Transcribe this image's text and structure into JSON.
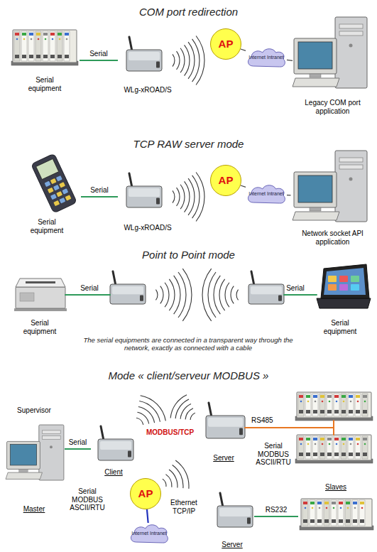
{
  "diagram": {
    "nodes": [
      {
        "text": [
          "Serial equipment"
        ]
      },
      {
        "text": [
          "WLg-xROAD/S"
        ]
      },
      {
        "text": [
          "AP"
        ]
      },
      {
        "text": [
          "Internet Intranet"
        ]
      },
      {
        "text": [
          "Legacy COM port application"
        ]
      },
      {
        "text": [
          "Serial equipment"
        ]
      },
      {
        "text": [
          "WLg-xROAD/S"
        ]
      },
      {
        "text": [
          "AP"
        ]
      },
      {
        "text": [
          "Internet Intranet"
        ]
      },
      {
        "text": [
          "Network socket API application"
        ]
      },
      {
        "text": [
          "Serial equipment"
        ]
      },
      {
        "text": [
          "Serial equipment"
        ]
      },
      {
        "text": [
          "Supervisor",
          "Master"
        ]
      },
      {
        "text": [
          "Client"
        ]
      },
      {
        "text": [
          "AP"
        ]
      },
      {
        "text": [
          "Internet Intranet"
        ]
      },
      {
        "text": [
          "Server"
        ]
      },
      {
        "text": [
          "Server"
        ]
      },
      {
        "text": [
          "Slaves"
        ]
      }
    ],
    "edges": [
      {
        "from": 0,
        "to": 1,
        "label": "Serial",
        "arrow": "none"
      },
      {
        "from": 2,
        "to": 3,
        "arrow": "none"
      },
      {
        "from": 3,
        "to": 4,
        "arrow": "none"
      },
      {
        "from": 5,
        "to": 6,
        "label": "Serial",
        "arrow": "none"
      },
      {
        "from": 7,
        "to": 8,
        "arrow": "none"
      },
      {
        "from": 8,
        "to": 9,
        "arrow": "none"
      },
      {
        "from": 12,
        "to": 13,
        "label": "Serial",
        "arrow": "none"
      },
      {
        "from": 14,
        "to": 15,
        "arrow": "none"
      },
      {
        "from": 17,
        "to": 18,
        "label": "RS232",
        "arrow": "none"
      }
    ],
    "labels": [
      "COM port redirection",
      "TCP RAW server mode",
      "Point to Point mode",
      "Serial",
      "Serial",
      "The serial equipments are connected in a transparent way through the network, exactly as connected with a cable",
      "Mode « client/serveur MODBUS »",
      "MODBUS/TCP",
      "Serial MODBUS ASCII/RTU",
      "Ethernet TCP/IP",
      "RS485",
      "Serial MODBUS ASCII/RTU"
    ]
  }
}
